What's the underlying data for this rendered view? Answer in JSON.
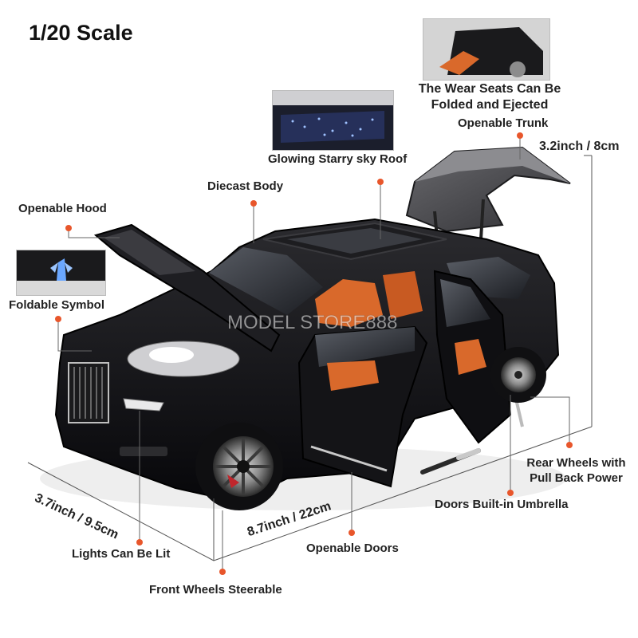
{
  "scale": "1/20 Scale",
  "watermark": "MODEL STORE888",
  "callouts": {
    "wear_seats_line1": "The Wear Seats Can Be",
    "wear_seats_line2": "Folded and Ejected",
    "trunk": "Openable Trunk",
    "height": "3.2inch / 8cm",
    "roof": "Glowing Starry sky Roof",
    "body": "Diecast Body",
    "hood": "Openable Hood",
    "symbol": "Foldable Symbol",
    "rear_wheels_line1": "Rear Wheels with",
    "rear_wheels_line2": "Pull Back Power",
    "umbrella": "Doors Built-in Umbrella",
    "width": "3.7inch / 9.5cm",
    "length": "8.7inch / 22cm",
    "doors": "Openable Doors",
    "lights": "Lights Can Be Lit",
    "front_wheels": "Front Wheels Steerable"
  },
  "colors": {
    "accent_dot": "#e8562b",
    "car_body": "#101012",
    "interior": "#d9692b",
    "dimension_line": "#555555"
  }
}
